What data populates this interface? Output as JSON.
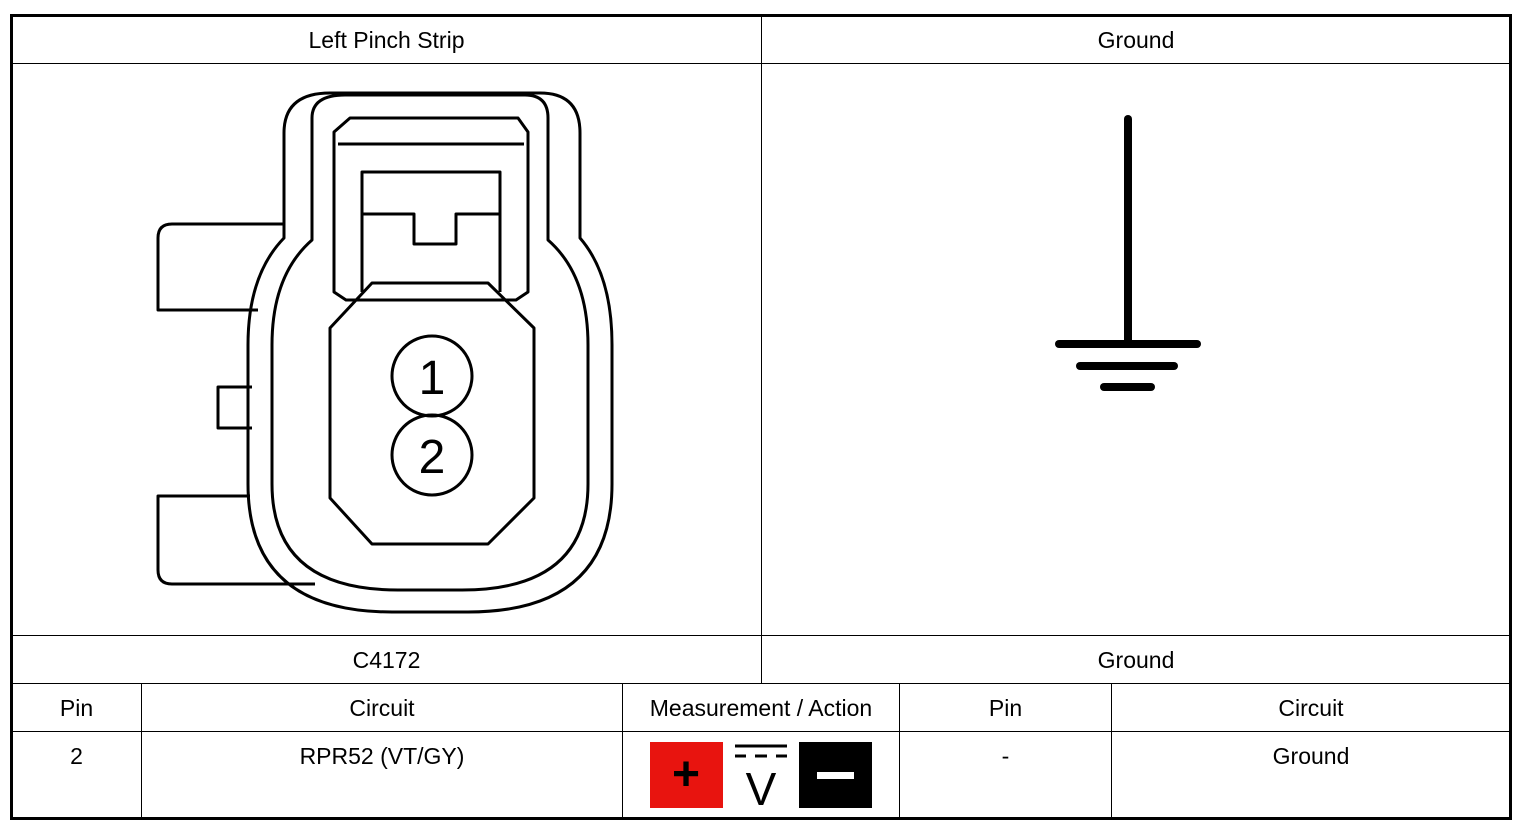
{
  "headers": {
    "left": "Left Pinch Strip",
    "right": "Ground"
  },
  "connector": {
    "id": "C4172",
    "pins": [
      "1",
      "2"
    ]
  },
  "ground_label": "Ground",
  "table": {
    "columns": [
      "Pin",
      "Circuit",
      "Measurement / Action",
      "Pin",
      "Circuit"
    ],
    "rows": [
      {
        "pin_a": "2",
        "circuit_a": "RPR52 (VT/GY)",
        "measurement": {
          "positive_symbol": "+",
          "meter_symbol": "V",
          "negative_symbol": "–",
          "positive_color": "#e8140f",
          "negative_color": "#000000"
        },
        "pin_b": "-",
        "circuit_b": "Ground"
      }
    ]
  }
}
